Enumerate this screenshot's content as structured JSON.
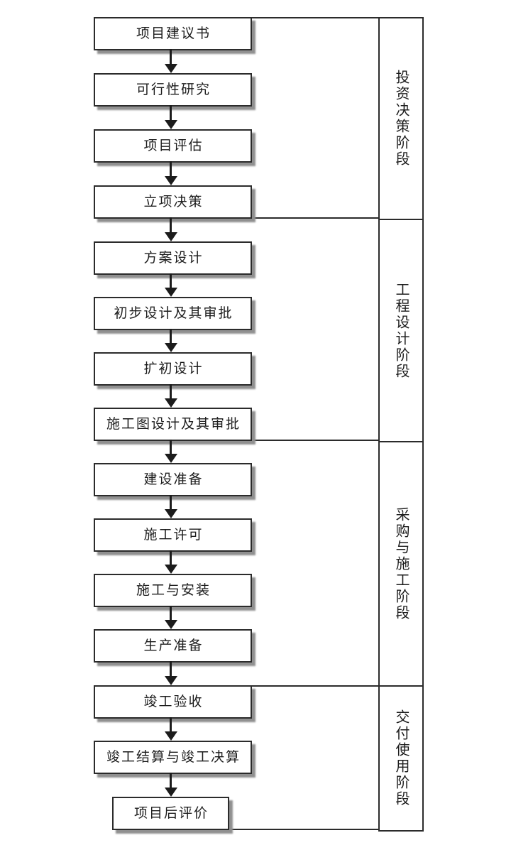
{
  "flowchart": {
    "boxes": [
      {
        "label": "项目建议书"
      },
      {
        "label": "可行性研究"
      },
      {
        "label": "项目评估"
      },
      {
        "label": "立项决策"
      },
      {
        "label": "方案设计"
      },
      {
        "label": "初步设计及其审批"
      },
      {
        "label": "扩初设计"
      },
      {
        "label": "施工图设计及其审批"
      },
      {
        "label": "建设准备"
      },
      {
        "label": "施工许可"
      },
      {
        "label": "施工与安装"
      },
      {
        "label": "生产准备"
      },
      {
        "label": "竣工验收"
      },
      {
        "label": "竣工结算与竣工决算"
      },
      {
        "label": "项目后评价"
      }
    ],
    "phases": [
      {
        "label": "投资决策阶段",
        "covers_boxes": [
          "项目建议书",
          "可行性研究",
          "项目评估",
          "立项决策"
        ]
      },
      {
        "label": "工程设计阶段",
        "covers_boxes": [
          "方案设计",
          "初步设计及其审批",
          "扩初设计",
          "施工图设计及其审批"
        ]
      },
      {
        "label": "采购与施工阶段",
        "covers_boxes": [
          "建设准备",
          "施工许可",
          "施工与安装",
          "生产准备"
        ]
      },
      {
        "label": "交付使用阶段",
        "covers_boxes": [
          "竣工验收",
          "竣工结算与竣工决算",
          "项目后评价"
        ]
      }
    ],
    "colors": {
      "line": "#2b2b2b",
      "box_fill": "#ffffff",
      "box_shadow": "#909090",
      "text": "#1c1c1c",
      "background": "#ffffff"
    }
  }
}
